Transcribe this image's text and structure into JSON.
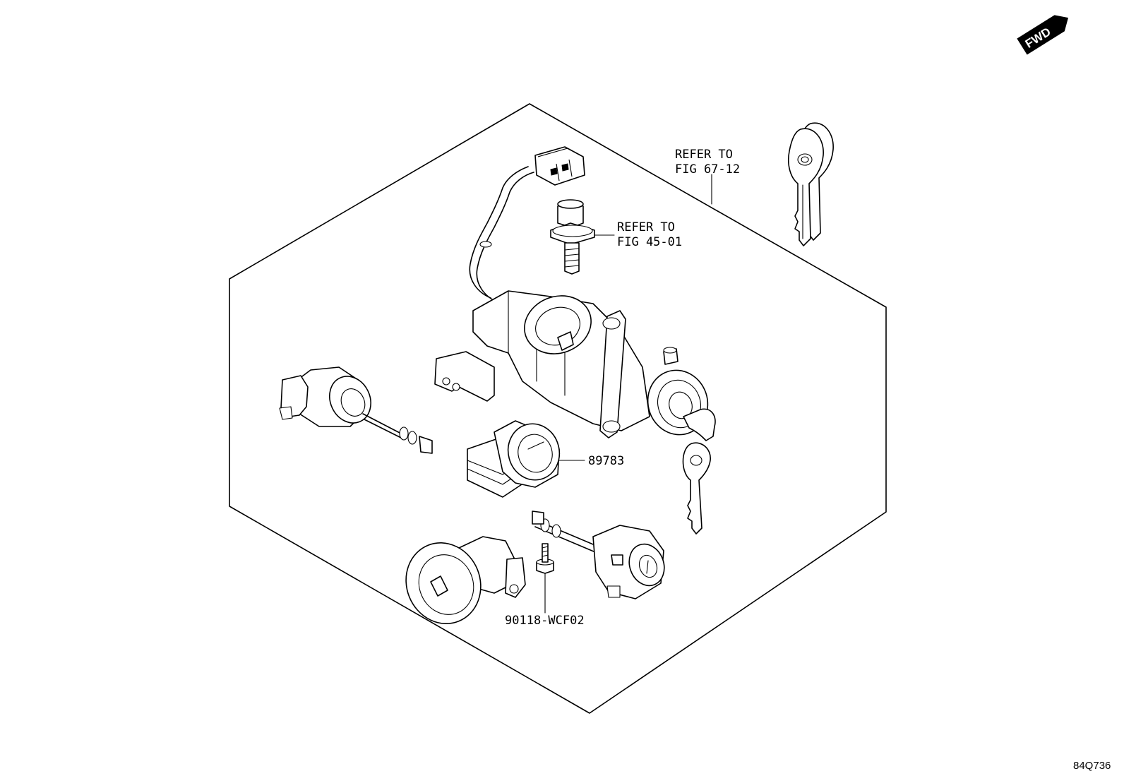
{
  "fwd_badge": {
    "text": "FWD"
  },
  "labels": {
    "refer_67": {
      "line1": "REFER TO",
      "line2": "FIG 67-12"
    },
    "refer_45": {
      "line1": "REFER TO",
      "line2": "FIG 45-01"
    },
    "part_89783": "89783",
    "part_90118": "90118-WCF02"
  },
  "diagram_code": "84Q736",
  "colors": {
    "ink": "#000000",
    "paper": "#ffffff"
  }
}
